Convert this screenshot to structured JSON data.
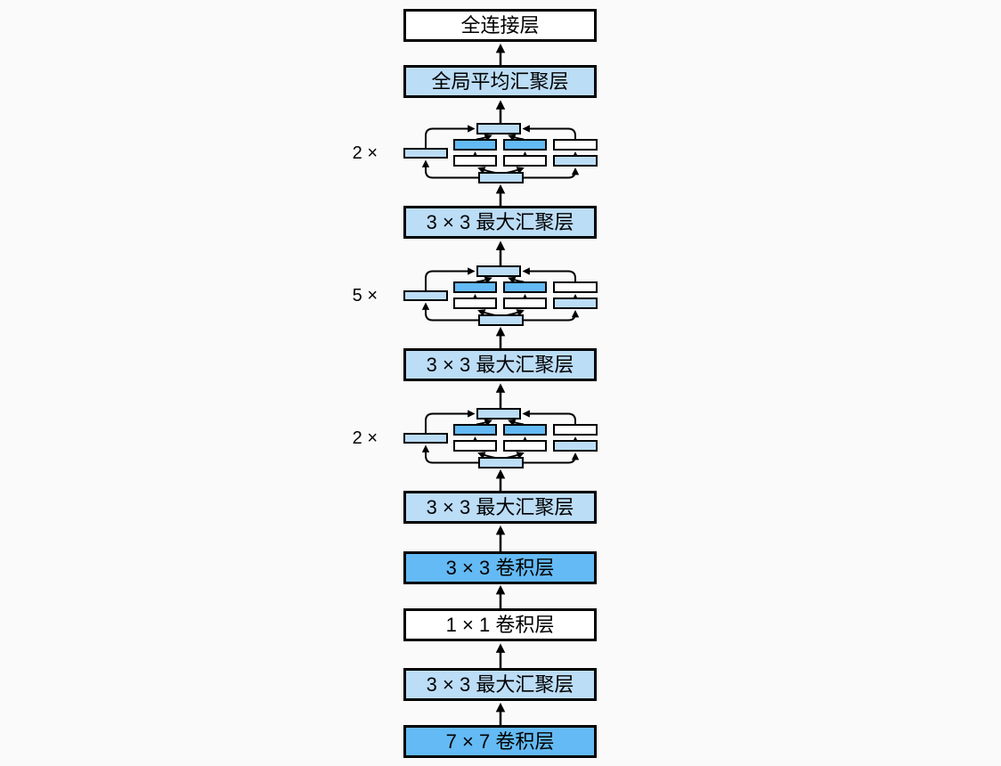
{
  "colors": {
    "background": "#fafafa",
    "ink": "#000000",
    "white_fill": "#ffffff",
    "light_blue": "#bcddf6",
    "bright_blue": "#64baf4"
  },
  "layers": [
    {
      "id": "fully-connected",
      "label": "全连接层",
      "fill": "white"
    },
    {
      "id": "global-avg-pool",
      "label": "全局平均汇聚层",
      "fill": "light_blue"
    },
    {
      "id": "inception-group-1",
      "type": "inception_group",
      "multiplier": "2 ×"
    },
    {
      "id": "maxpool-1",
      "label": "3 × 3 最大汇聚层",
      "fill": "light_blue"
    },
    {
      "id": "inception-group-2",
      "type": "inception_group",
      "multiplier": "5 ×"
    },
    {
      "id": "maxpool-2",
      "label": "3 × 3 最大汇聚层",
      "fill": "light_blue"
    },
    {
      "id": "inception-group-3",
      "type": "inception_group",
      "multiplier": "2 ×"
    },
    {
      "id": "maxpool-3",
      "label": "3 × 3 最大汇聚层",
      "fill": "light_blue"
    },
    {
      "id": "conv-3x3",
      "label": "3 × 3 卷积层",
      "fill": "bright_blue"
    },
    {
      "id": "conv-1x1",
      "label": "1 × 1 卷积层",
      "fill": "white"
    },
    {
      "id": "maxpool-4",
      "label": "3 × 3 最大汇聚层",
      "fill": "light_blue"
    },
    {
      "id": "conv-7x7",
      "label": "7 × 7 卷积层",
      "fill": "bright_blue"
    }
  ]
}
